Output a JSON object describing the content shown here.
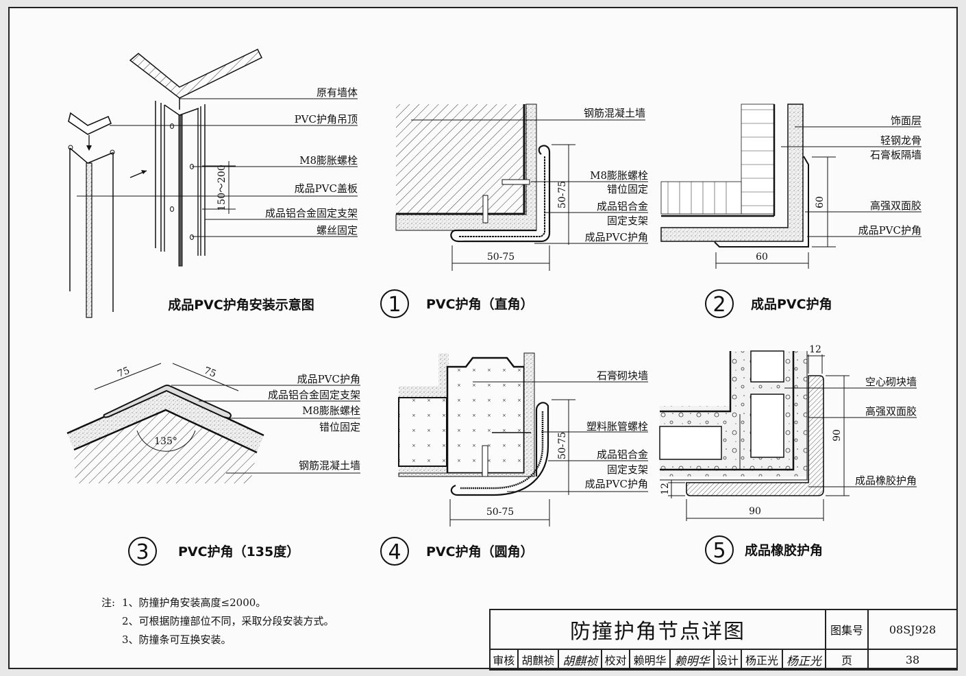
{
  "sheet": {
    "title": "防撞护角节点详图",
    "atlas_label": "图集号",
    "atlas_number": "08SJ928",
    "page_label": "页",
    "page_number": "38",
    "review_label": "审核",
    "reviewer": "胡麒祯",
    "reviewer_signature": "胡麒祯",
    "check_label": "校对",
    "checker": "赖明华",
    "checker_signature": "赖明华",
    "design_label": "设计",
    "designer": "杨正光",
    "designer_signature": "杨正光"
  },
  "install_diagram": {
    "caption": "成品PVC护角安装示意图",
    "labels": [
      "原有墙体",
      "PVC护角吊顶",
      "M8膨胀螺栓",
      "成品PVC盖板",
      "成品铝合金固定支架",
      "螺丝固定"
    ],
    "dimension": "150～200"
  },
  "detail1": {
    "number": "1",
    "caption": "PVC护角（直角）",
    "labels": [
      "钢筋混凝土墙",
      "M8膨胀螺栓",
      "错位固定",
      "成品铝合金",
      "固定支架",
      "成品PVC护角"
    ],
    "dim_vertical": "50-75",
    "dim_horizontal": "50-75"
  },
  "detail2": {
    "number": "2",
    "caption": "成品PVC护角",
    "labels": [
      "饰面层",
      "轻钢龙骨",
      "石膏板隔墙",
      "高强双面胶",
      "成品PVC护角"
    ],
    "dim_vertical": "60",
    "dim_horizontal": "60"
  },
  "detail3": {
    "number": "3",
    "caption": "PVC护角（135度）",
    "labels": [
      "成品PVC护角",
      "成品铝合金固定支架",
      "M8膨胀螺栓",
      "错位固定",
      "钢筋混凝土墙"
    ],
    "dim_left": "75",
    "dim_right": "75",
    "angle": "135°"
  },
  "detail4": {
    "number": "4",
    "caption": "PVC护角（圆角）",
    "labels": [
      "石膏砌块墙",
      "塑料胀管螺栓",
      "成品铝合金",
      "固定支架",
      "成品PVC护角"
    ],
    "dim_vertical": "50-75",
    "dim_horizontal": "50-75"
  },
  "detail5": {
    "number": "5",
    "caption": "成品橡胶护角",
    "labels": [
      "空心砌块墙",
      "高强双面胶",
      "成品橡胶护角"
    ],
    "dim_top": "12",
    "dim_vertical": "90",
    "dim_left": "12",
    "dim_horizontal": "90"
  },
  "notes": {
    "prefix": "注:",
    "items": [
      "1、防撞护角安装高度≤2000。",
      "2、可根据防撞部位不同，采取分段安装方式。",
      "3、防撞条可互换安装。"
    ]
  }
}
